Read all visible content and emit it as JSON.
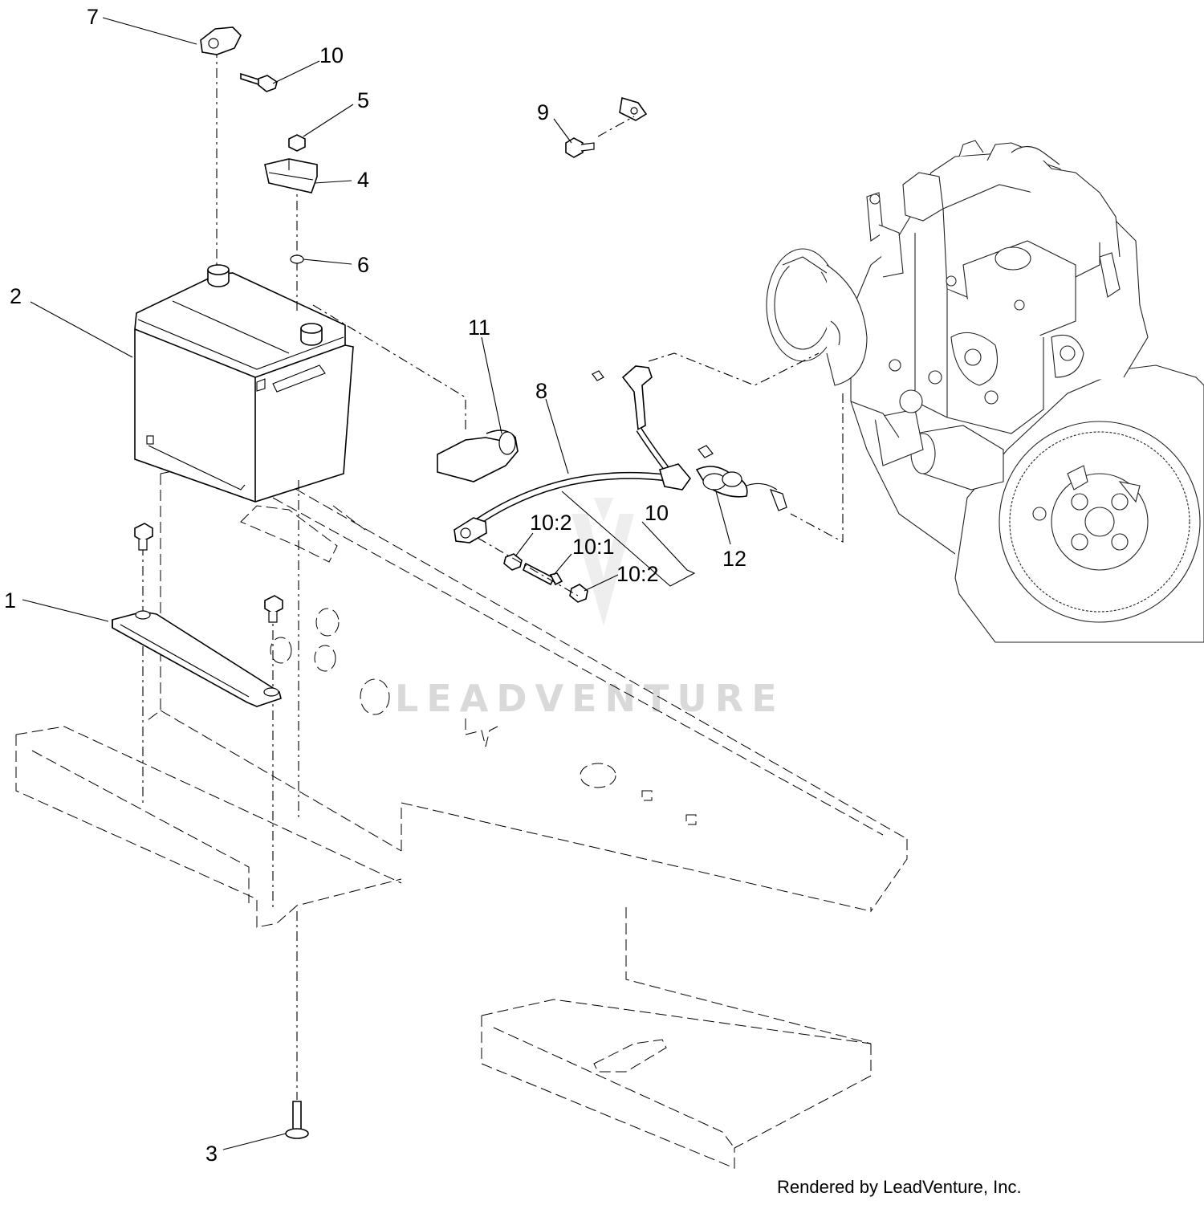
{
  "callouts": [
    {
      "id": "c7",
      "label": "7"
    },
    {
      "id": "c10a",
      "label": "10"
    },
    {
      "id": "c5",
      "label": "5"
    },
    {
      "id": "c9",
      "label": "9"
    },
    {
      "id": "c4",
      "label": "4"
    },
    {
      "id": "c6",
      "label": "6"
    },
    {
      "id": "c2",
      "label": "2"
    },
    {
      "id": "c11",
      "label": "11"
    },
    {
      "id": "c8",
      "label": "8"
    },
    {
      "id": "c10b",
      "label": "10"
    },
    {
      "id": "c10_2a",
      "label": "10:2"
    },
    {
      "id": "c10_1",
      "label": "10:1"
    },
    {
      "id": "c10_2b",
      "label": "10:2"
    },
    {
      "id": "c12",
      "label": "12"
    },
    {
      "id": "c1",
      "label": "1"
    },
    {
      "id": "c3",
      "label": "3"
    }
  ],
  "watermark": "LEADVENTURE",
  "credit": "Rendered by LeadVenture, Inc."
}
